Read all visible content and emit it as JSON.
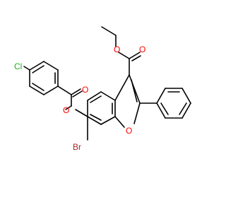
{
  "molecule": {
    "atom_labels": {
      "chlorine": "Cl",
      "bromine": "Br",
      "ester_carbonyl_oxygen": "O",
      "ester_ether_oxygen": "O",
      "aryl_ester_oxygen": "O",
      "aryl_carbonyl_oxygen": "O",
      "furan_oxygen": "O"
    },
    "colors": {
      "bond": "#000000",
      "oxygen": "#ff0000",
      "chlorine": "#1fae1f",
      "bromine": "#a52a2a"
    }
  }
}
